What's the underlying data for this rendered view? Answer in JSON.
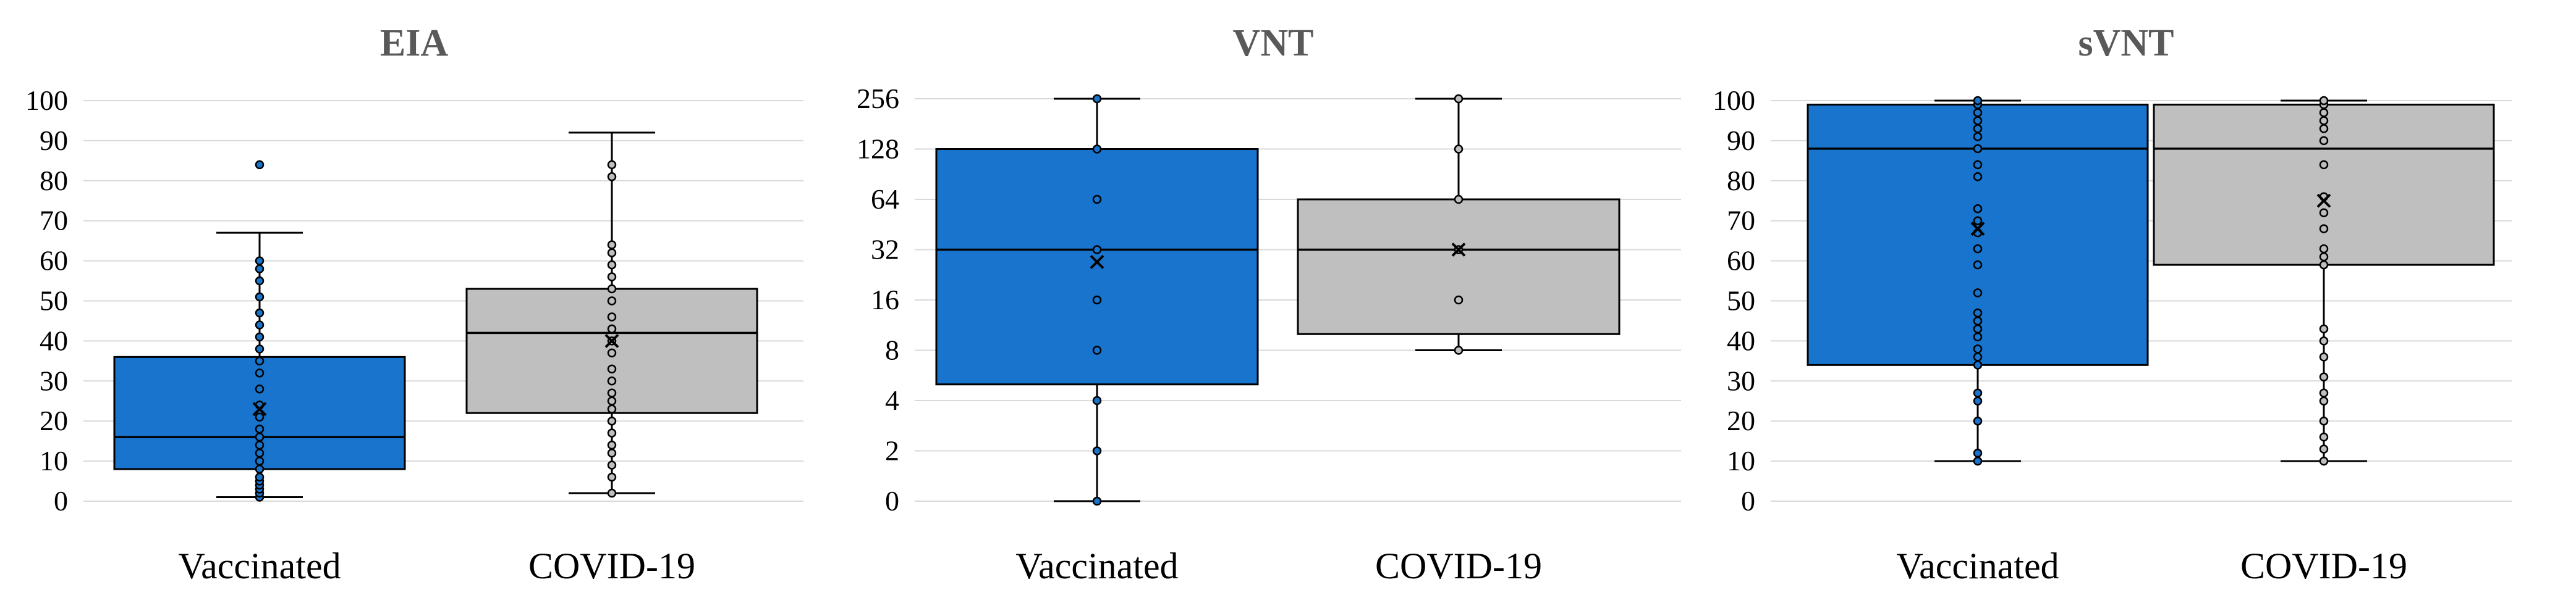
{
  "colors": {
    "vaccinated": "#1874cd",
    "covid": "#bfbfbf",
    "grid": "#d9d9d9",
    "title": "#595959"
  },
  "chart_data": [
    {
      "type": "box",
      "title": "EIA",
      "categories": [
        "Vaccinated",
        "COVID-19"
      ],
      "y_ticks": [
        "0",
        "10",
        "20",
        "30",
        "40",
        "50",
        "60",
        "70",
        "80",
        "90",
        "100"
      ],
      "ylim": [
        0,
        100
      ],
      "boxes": [
        {
          "name": "Vaccinated",
          "min": 1,
          "q1": 8,
          "median": 16,
          "q3": 36,
          "max": 67,
          "mean": 23,
          "points": [
            1,
            2,
            3,
            4,
            5,
            6,
            8,
            10,
            12,
            14,
            16,
            18,
            21,
            24,
            28,
            32,
            35,
            38,
            41,
            44,
            47,
            51,
            55,
            58,
            60,
            84
          ]
        },
        {
          "name": "COVID-19",
          "min": 2,
          "q1": 22,
          "median": 42,
          "q3": 53,
          "max": 92,
          "mean": 40,
          "points": [
            2,
            6,
            9,
            12,
            14,
            17,
            20,
            23,
            25,
            27,
            30,
            33,
            37,
            40,
            43,
            46,
            50,
            53,
            56,
            59,
            62,
            64,
            81,
            84
          ]
        }
      ]
    },
    {
      "type": "box",
      "title": "VNT",
      "categories": [
        "Vaccinated",
        "COVID-19"
      ],
      "y_scale": "log2",
      "y_ticks": [
        "0",
        "2",
        "4",
        "8",
        "16",
        "32",
        "64",
        "128",
        "256"
      ],
      "ylim": [
        1,
        256
      ],
      "boxes": [
        {
          "name": "Vaccinated",
          "min": 1,
          "q1": 5,
          "median": 32,
          "q3": 128,
          "max": 256,
          "mean": 27,
          "points": [
            1,
            2,
            4,
            8,
            16,
            32,
            64,
            128,
            256
          ]
        },
        {
          "name": "COVID-19",
          "min": 8,
          "q1": 10,
          "median": 32,
          "q3": 64,
          "max": 256,
          "mean": 32,
          "points": [
            8,
            16,
            32,
            64,
            128,
            256
          ]
        }
      ]
    },
    {
      "type": "box",
      "title": "sVNT",
      "categories": [
        "Vaccinated",
        "COVID-19"
      ],
      "y_ticks": [
        "0",
        "10",
        "20",
        "30",
        "40",
        "50",
        "60",
        "70",
        "80",
        "90",
        "100"
      ],
      "ylim": [
        0,
        100
      ],
      "boxes": [
        {
          "name": "Vaccinated",
          "min": 10,
          "q1": 34,
          "median": 88,
          "q3": 99,
          "max": 100,
          "mean": 68,
          "points": [
            10,
            12,
            20,
            25,
            27,
            34,
            36,
            38,
            41,
            43,
            45,
            47,
            52,
            59,
            63,
            67,
            70,
            73,
            81,
            84,
            88,
            91,
            93,
            95,
            97,
            99,
            100
          ]
        },
        {
          "name": "COVID-19",
          "min": 10,
          "q1": 59,
          "median": 88,
          "q3": 99,
          "max": 100,
          "mean": 75,
          "points": [
            10,
            13,
            16,
            20,
            25,
            27,
            31,
            36,
            40,
            43,
            59,
            61,
            63,
            68,
            72,
            76,
            84,
            90,
            93,
            95,
            97,
            99,
            100
          ]
        }
      ]
    }
  ]
}
